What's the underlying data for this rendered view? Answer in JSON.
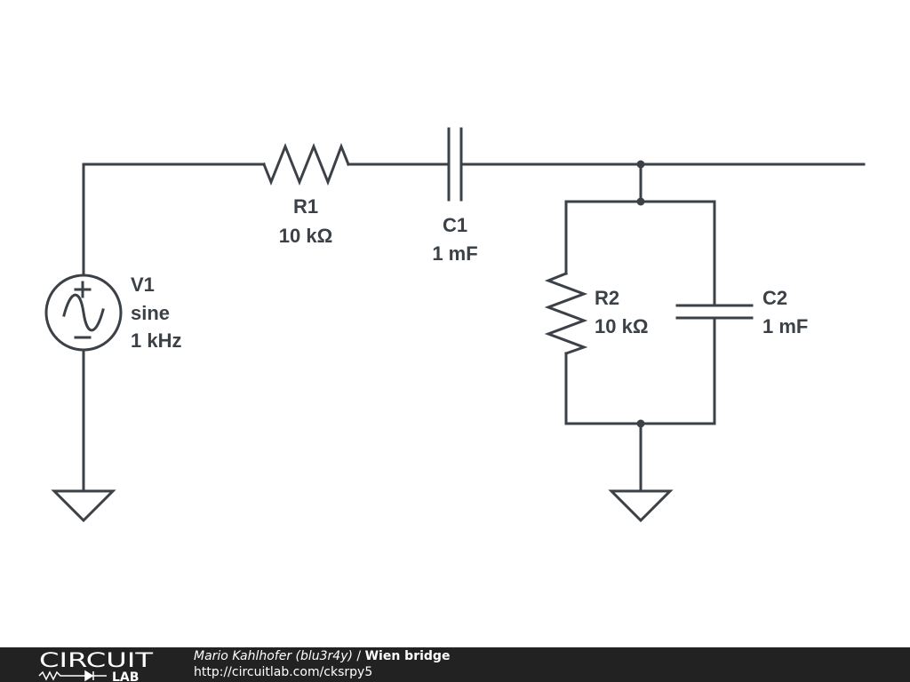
{
  "components": {
    "v1": {
      "ref": "V1",
      "type": "sine",
      "value": "1 kHz"
    },
    "r1": {
      "ref": "R1",
      "value": "10 kΩ"
    },
    "c1": {
      "ref": "C1",
      "value": "1 mF"
    },
    "r2": {
      "ref": "R2",
      "value": "10 kΩ"
    },
    "c2": {
      "ref": "C2",
      "value": "1 mF"
    }
  },
  "footer": {
    "logo_top": "CIRCUIT",
    "logo_bottom": "LAB",
    "author": "Mario Kahlhofer (blu3r4y)",
    "separator": "/",
    "title": "Wien bridge",
    "url": "http://circuitlab.com/cksrpy5"
  },
  "colors": {
    "wire": "#3b4147",
    "footer_bg": "#222222",
    "footer_text": "#ffffff"
  }
}
